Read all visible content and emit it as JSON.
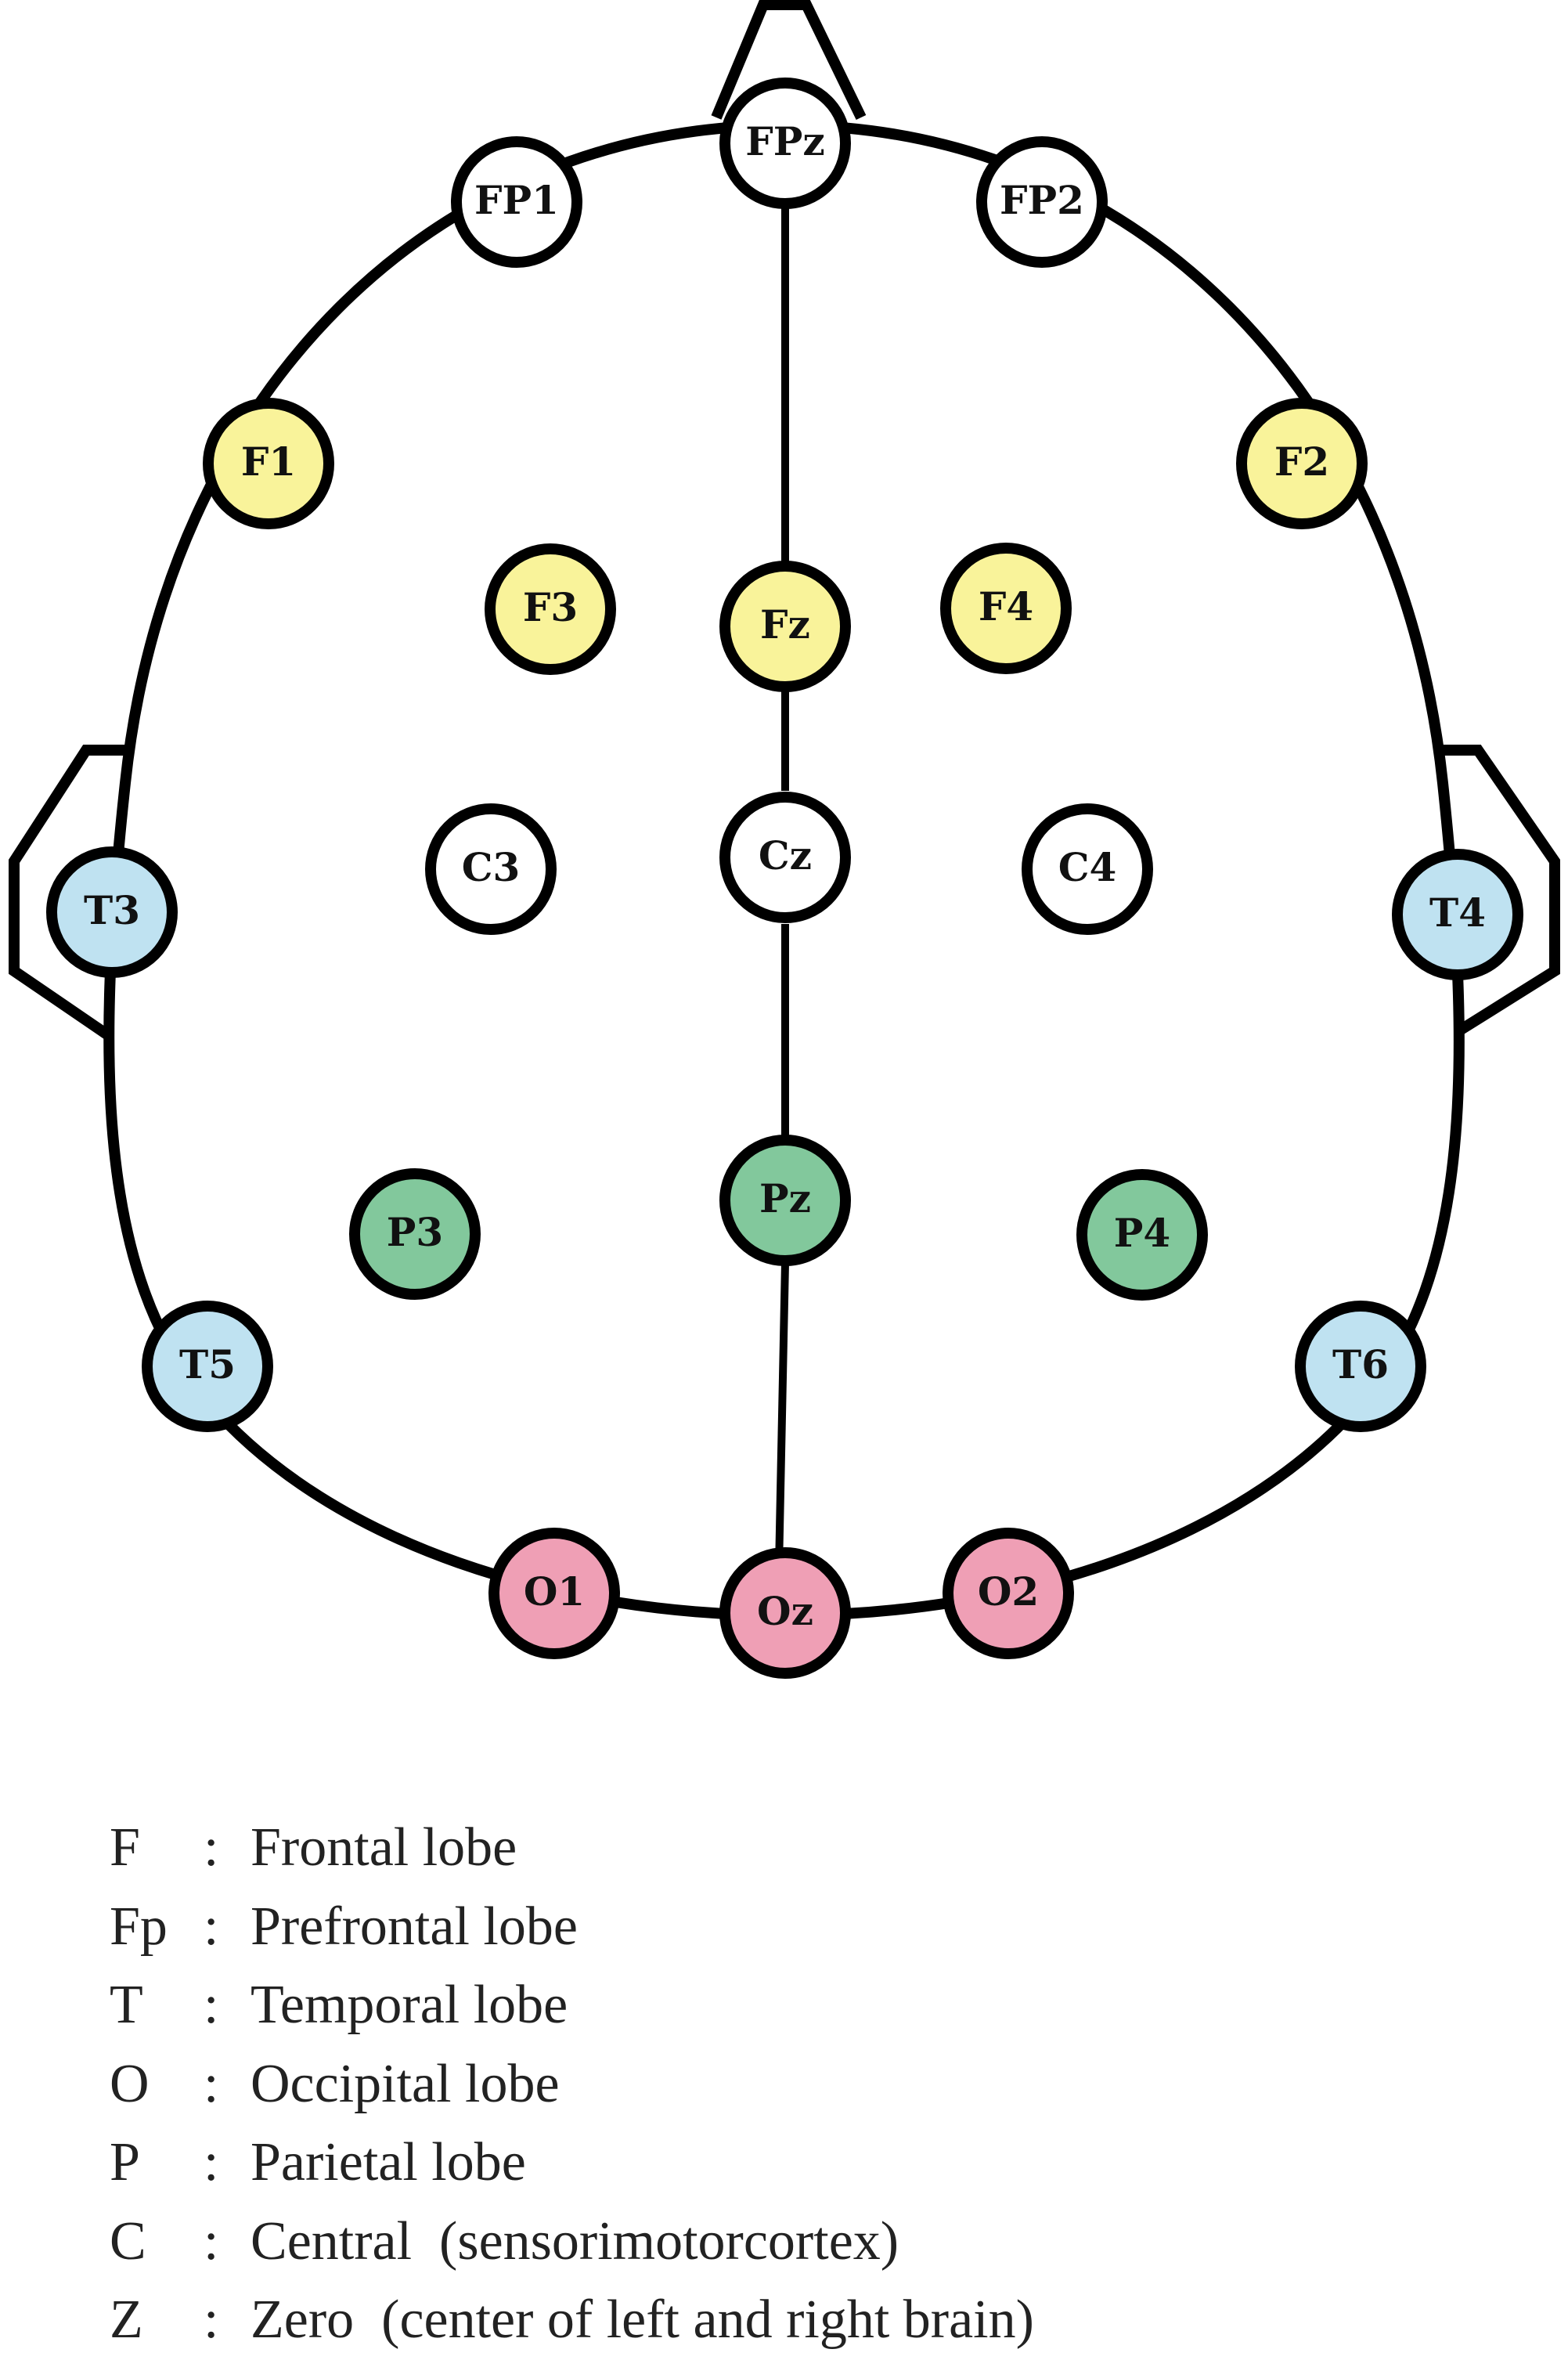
{
  "colors": {
    "frontal": "#f9f39a",
    "temporal": "#bfe2f1",
    "occipital": "#ef9fb5",
    "parietal": "#82c89c",
    "neutral": "#ffffff",
    "outline": "#000000"
  },
  "electrodes": [
    {
      "id": "FPz",
      "label": "FPz",
      "group": "neutral"
    },
    {
      "id": "FP1",
      "label": "FP1",
      "group": "neutral"
    },
    {
      "id": "FP2",
      "label": "FP2",
      "group": "neutral"
    },
    {
      "id": "F1",
      "label": "F1",
      "group": "frontal"
    },
    {
      "id": "F2",
      "label": "F2",
      "group": "frontal"
    },
    {
      "id": "F3",
      "label": "F3",
      "group": "frontal"
    },
    {
      "id": "Fz",
      "label": "Fz",
      "group": "frontal"
    },
    {
      "id": "F4",
      "label": "F4",
      "group": "frontal"
    },
    {
      "id": "C3",
      "label": "C3",
      "group": "neutral"
    },
    {
      "id": "Cz",
      "label": "Cz",
      "group": "neutral"
    },
    {
      "id": "C4",
      "label": "C4",
      "group": "neutral"
    },
    {
      "id": "T3",
      "label": "T3",
      "group": "temporal"
    },
    {
      "id": "T4",
      "label": "T4",
      "group": "temporal"
    },
    {
      "id": "P3",
      "label": "P3",
      "group": "parietal"
    },
    {
      "id": "Pz",
      "label": "Pz",
      "group": "parietal"
    },
    {
      "id": "P4",
      "label": "P4",
      "group": "parietal"
    },
    {
      "id": "T5",
      "label": "T5",
      "group": "temporal"
    },
    {
      "id": "T6",
      "label": "T6",
      "group": "temporal"
    },
    {
      "id": "O1",
      "label": "O1",
      "group": "occipital"
    },
    {
      "id": "Oz",
      "label": "Oz",
      "group": "occipital"
    },
    {
      "id": "O2",
      "label": "O2",
      "group": "occipital"
    }
  ],
  "legend": [
    {
      "key": "F",
      "sep": ":",
      "text": "Frontal lobe"
    },
    {
      "key": "Fp",
      "sep": ":",
      "text": "Prefrontal lobe"
    },
    {
      "key": "T",
      "sep": ":",
      "text": "Temporal lobe"
    },
    {
      "key": "O",
      "sep": ":",
      "text": "Occipital lobe"
    },
    {
      "key": "P",
      "sep": ":",
      "text": "Parietal lobe"
    },
    {
      "key": "C",
      "sep": ":",
      "text": "Central  (sensorimotorcortex)"
    },
    {
      "key": "Z",
      "sep": ":",
      "text": "Zero  (center of left and right brain)"
    }
  ]
}
